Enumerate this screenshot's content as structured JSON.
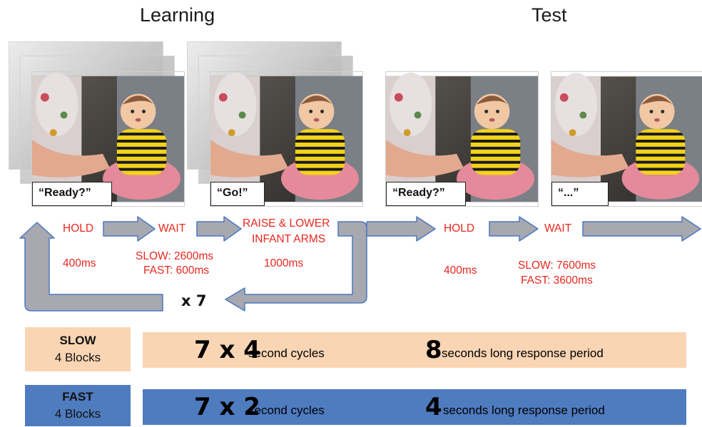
{
  "titles": {
    "learning": "Learning",
    "test": "Test"
  },
  "speech": {
    "p1": "“Ready?”",
    "p2": "“Go!”",
    "p3": "“Ready?”",
    "p4": "“...”"
  },
  "learning": {
    "hold": "HOLD",
    "hold_time": "400ms",
    "wait": "WAIT",
    "wait_slow": "SLOW: 2600ms",
    "wait_fast": "FAST: 600ms",
    "raise_1": "RAISE & LOWER",
    "raise_2": "INFANT ARMS",
    "raise_time": "1000ms",
    "repeat": "x 7"
  },
  "test": {
    "hold": "HOLD",
    "hold_time": "400ms",
    "wait": "WAIT",
    "wait_slow": "SLOW: 7600ms",
    "wait_fast": "FAST: 3600ms"
  },
  "conditions": {
    "slow": {
      "name": "SLOW",
      "blocks": "4 Blocks",
      "cycles_num": "7 x 4",
      "cycles_text": "second cycles",
      "resp_num": "8",
      "resp_text": "seconds long response period"
    },
    "fast": {
      "name": "FAST",
      "blocks": "4 Blocks",
      "cycles_num": "7 x 2",
      "cycles_text": "second cycles",
      "resp_num": "4",
      "resp_text": "seconds long response period"
    }
  },
  "colors": {
    "slow_fill": "#f9d5b4",
    "fast_fill": "#4f7bbf",
    "arrow_fill": "#a8a8b0",
    "arrow_stroke": "#4a78c0",
    "label_red": "#e8281e"
  }
}
